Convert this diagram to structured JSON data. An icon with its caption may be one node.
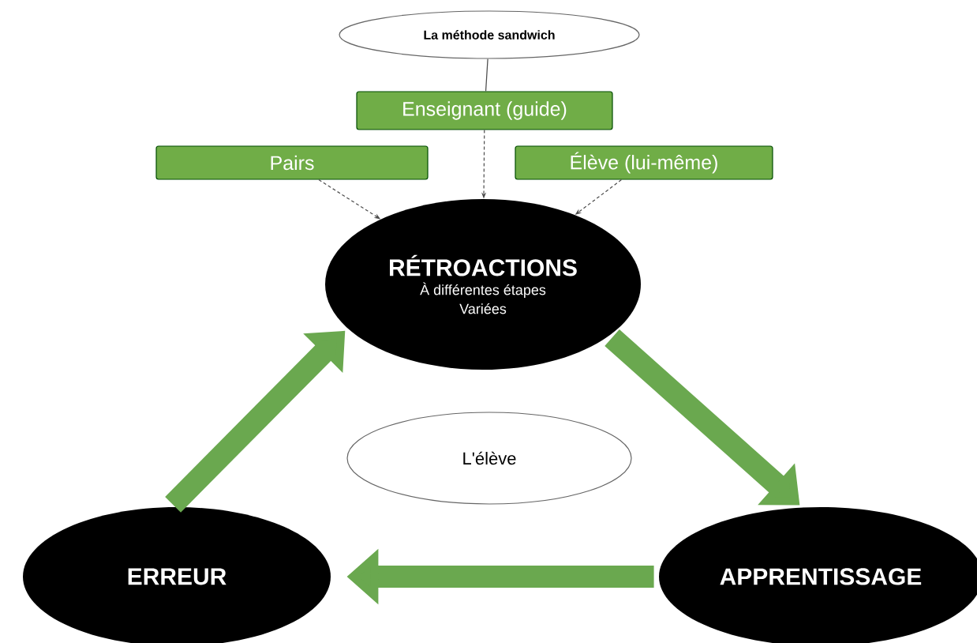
{
  "diagram": {
    "nodes": [
      {
        "text": [
          "La méthode sandwich"
        ]
      },
      {
        "text": [
          "Enseignant (guide)"
        ]
      },
      {
        "text": [
          "Pairs"
        ]
      },
      {
        "text": [
          "Élève (lui-même)"
        ]
      },
      {
        "text": [
          "RÉTROACTIONS",
          "À différentes étapes",
          "Variées"
        ]
      },
      {
        "text": [
          "L'élève"
        ]
      },
      {
        "text": [
          "ERREUR"
        ]
      },
      {
        "text": [
          "APPRENTISSAGE"
        ]
      }
    ],
    "edges": [
      {
        "from": 0,
        "to": 1,
        "arrow": "none"
      },
      {
        "from": 1,
        "to": 4,
        "arrow": "to",
        "style": "dashed"
      },
      {
        "from": 2,
        "to": 4,
        "arrow": "to",
        "style": "dashed"
      },
      {
        "from": 3,
        "to": 4,
        "arrow": "to",
        "style": "dashed"
      },
      {
        "from": 4,
        "to": 7,
        "arrow": "to",
        "style": "thick",
        "color": "#6aa84f"
      },
      {
        "from": 7,
        "to": 6,
        "arrow": "to",
        "style": "thick",
        "color": "#6aa84f"
      },
      {
        "from": 6,
        "to": 4,
        "arrow": "to",
        "style": "thick",
        "color": "#6aa84f"
      }
    ]
  }
}
